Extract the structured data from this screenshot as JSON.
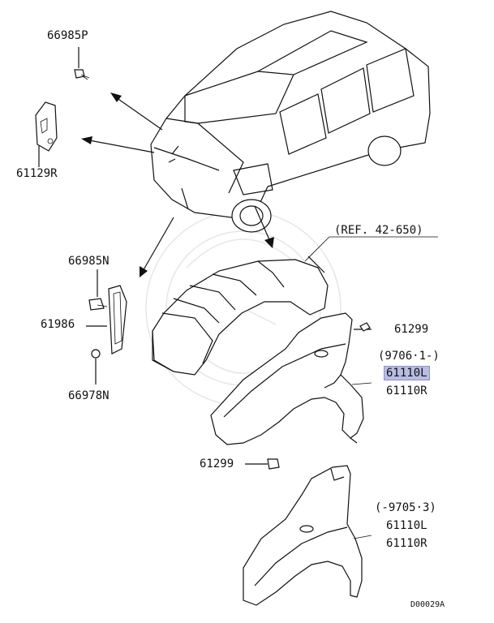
{
  "labels": {
    "p66985P": "66985P",
    "p61129R": "61129R",
    "p66985N": "66985N",
    "p61986": "61986",
    "p66978N": "66978N",
    "ref": "(REF. 42-650)",
    "p61299_top": "61299",
    "date_new": "(9706·1-)",
    "p61110L_new": "61110L",
    "p61110R_new": "61110R",
    "p61299_bottom": "61299",
    "date_old": "(-9705·3)",
    "p61110L_old": "61110L",
    "p61110R_old": "61110R",
    "diagram_id": "D00029A"
  },
  "highlight_color": "#b9bde3"
}
